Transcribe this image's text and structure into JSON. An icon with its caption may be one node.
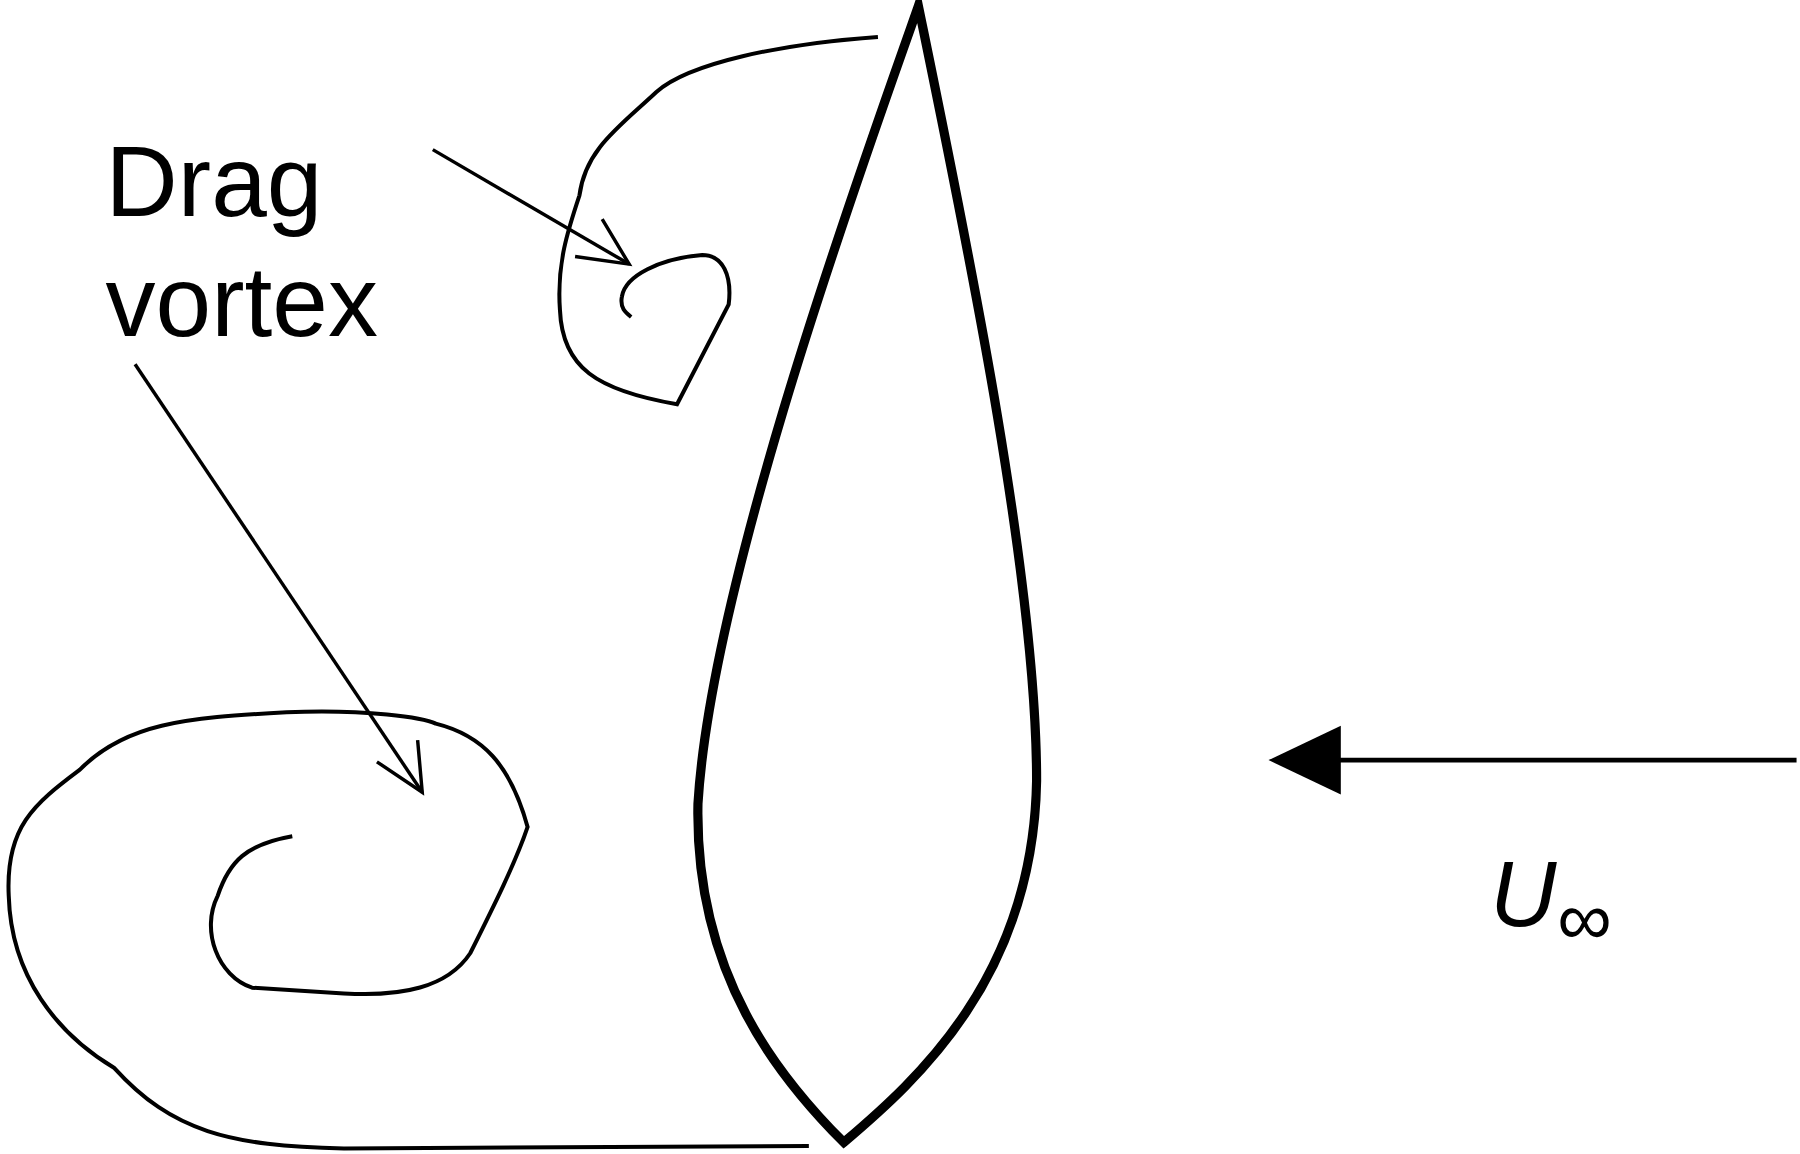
{
  "diagram": {
    "nodes": [
      {
        "text": [
          "Drag vortex"
        ]
      },
      {
        "text": [],
        "shape": "spiral"
      },
      {
        "text": [],
        "shape": "spiral"
      }
    ],
    "edges": [
      {
        "from": 0,
        "to": 1,
        "arrow": "to"
      },
      {
        "from": 0,
        "to": 2,
        "arrow": "to"
      }
    ],
    "labels": [
      "U$_{∞}$"
    ]
  }
}
